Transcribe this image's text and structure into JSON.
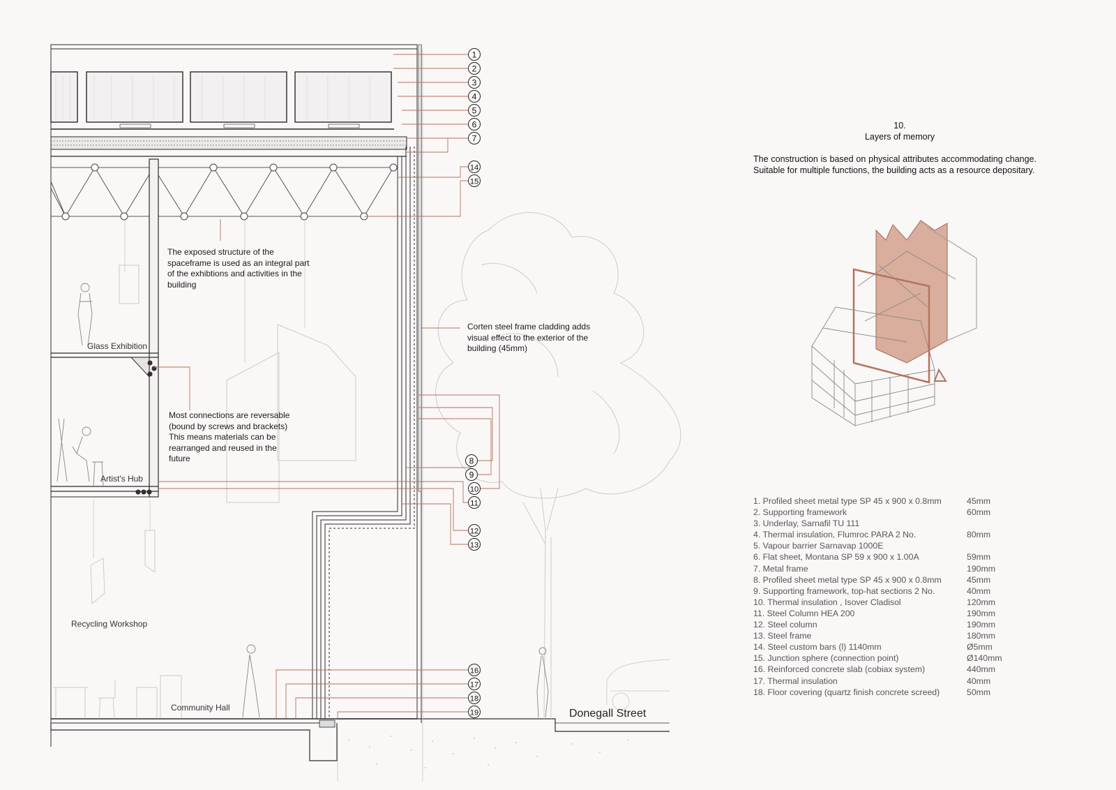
{
  "labels": {
    "spaceframe": "The exposed structure of the spaceframe is used as an integral part of the exhibtions and activities in the building",
    "corten": "Corten steel frame cladding adds visual effect to the exterior of the building (45mm)",
    "connections": "Most connections are reversable (bound by screws and brackets) This means materials can be rearranged and reused in the future"
  },
  "rooms": {
    "glass_exhibition": "Glass Exhibition",
    "artists_hub": "Artist's Hub",
    "recycling_workshop": "Recycling Workshop",
    "community_hall": "Community Hall"
  },
  "street": "Donegall Street",
  "panel": {
    "number": "10.",
    "title": "Layers of memory",
    "intro": "The construction is based on physical attributes accommodating change. Suitable for multiple functions, the building acts as a resource depositary."
  },
  "callout_numbers": [
    "1",
    "2",
    "3",
    "4",
    "5",
    "6",
    "7",
    "14",
    "15",
    "8",
    "9",
    "10",
    "11",
    "12",
    "13",
    "16",
    "17",
    "18",
    "19"
  ],
  "layers": [
    {
      "text": "1. Profiled sheet metal type SP  45 x 900 x 0.8mm",
      "value": "45mm"
    },
    {
      "text": "2. Supporting framework",
      "value": "60mm"
    },
    {
      "text": "3.  Underlay, Sarnafil TU 111",
      "value": ""
    },
    {
      "text": "4. Thermal insulation, Flumroc PARA 2 No.",
      "value": "80mm"
    },
    {
      "text": "5. Vapour barrier Sarnavap 1000E",
      "value": ""
    },
    {
      "text": "6. Flat sheet, Montana SP 59 x 900 x 1.00A",
      "value": "59mm"
    },
    {
      "text": "7. Metal frame",
      "value": "190mm"
    },
    {
      "text": "8. Profiled sheet metal type SP 45 x 900 x 0.8mm",
      "value": "45mm"
    },
    {
      "text": "9. Supporting framework, top-hat sections 2 No.",
      "value": "40mm"
    },
    {
      "text": "10. Thermal insulation , Isover Cladisol",
      "value": "120mm"
    },
    {
      "text": "11. Steel Column HEA 200",
      "value": "190mm"
    },
    {
      "text": "12. Steel column",
      "value": "190mm"
    },
    {
      "text": "13. Steel frame",
      "value": "180mm"
    },
    {
      "text": "14. Steel custom bars  (l) 1140mm",
      "value": "Ø5mm"
    },
    {
      "text": "15. Junction sphere (connection point)",
      "value": "Ø140mm"
    },
    {
      "text": "16. Reinforced concrete slab (cobiax system)",
      "value": "440mm"
    },
    {
      "text": "17. Thermal insulation",
      "value": "40mm"
    },
    {
      "text": "18. Floor covering (quartz finish concrete screed)",
      "value": "50mm"
    }
  ],
  "colors": {
    "accent": "#b5725e",
    "line": "#2b2b2b",
    "faint": "#c9c3c3",
    "background": "#faf7f7"
  }
}
